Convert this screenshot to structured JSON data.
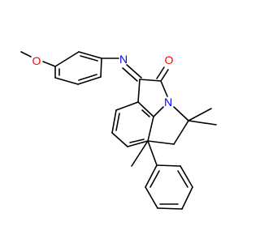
{
  "structure": {
    "atoms": {
      "methoxy_oxygen": "O",
      "imine_nitrogen": "N",
      "carbonyl_oxygen": "O",
      "ring_nitrogen": "N"
    },
    "colors": {
      "bond": "#000000",
      "oxygen": "#ff0000",
      "nitrogen": "#0000ff"
    }
  }
}
